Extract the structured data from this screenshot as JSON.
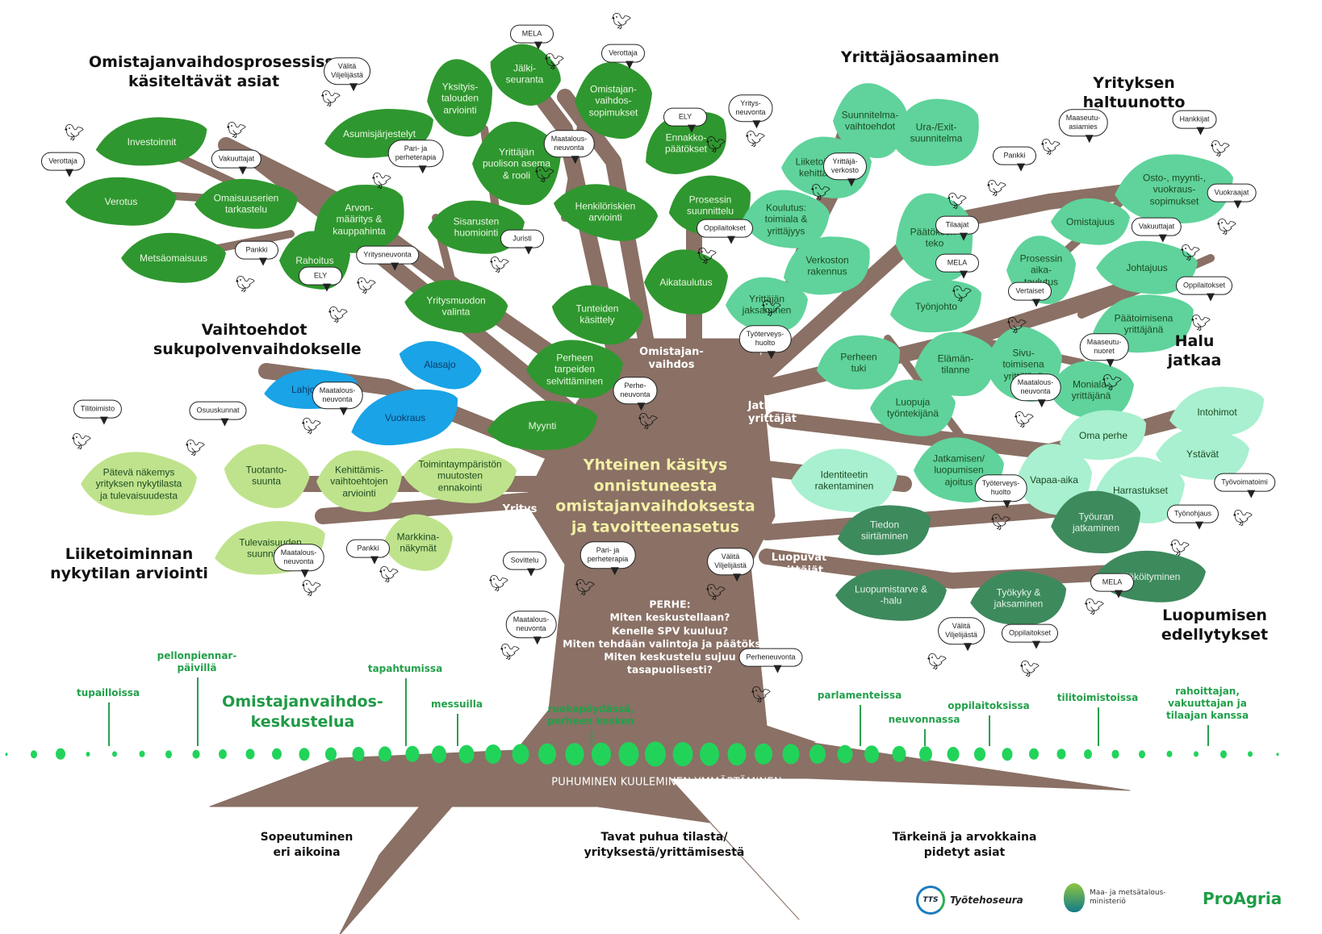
{
  "colors": {
    "trunk": "#8a7065",
    "leaf_dark": "#2f972f",
    "leaf_light_lime": "#bfe38c",
    "leaf_blue": "#1aa3e6",
    "leaf_mint": "#5fd39b",
    "leaf_pale_mint": "#a8f0cf",
    "leaf_deep_teal": "#3d8a5d",
    "ground_dots": "#22d35a",
    "center_text": "#f3f0a6"
  },
  "headings": {
    "process_topics": "Omistajanvaihdosprosessissa\nkäsiteltävät asiat",
    "alternatives": "Vaihtoehdot\nsukupolvenvaihdokselle",
    "business_state": "Liiketoiminnan\nnykytilan arviointi",
    "entrepreneur_skills": "Yrittäjäosaaminen",
    "takeover": "Yrityksen haltuunotto",
    "will_to_continue": "Halu\njatkaa",
    "retirement_conditions": "Luopumisen\nedellytykset"
  },
  "trunk_labels": {
    "ownership_change": "Omistajan-\nvaihdos",
    "continuing": "Jatkavat\nyrittäjät",
    "company": "Yritys",
    "retiring": "Luopuvat\nyrittäjät"
  },
  "center_title": "Yhteinen käsitys\nonnistuneesta\nomistajanvaihdoksesta\nja tavoitteenasetus",
  "family_questions": "PERHE:\nMiten keskustellaan?\nKenelle SPV kuuluu?\nMiten tehdään valintoja ja päätöksiä?\nMiten keskustelu sujuu\ntasapuolisesti?",
  "leaves": {
    "process": [
      "Investoinnit",
      "Verotus",
      "Omaisuuserien\ntarkastelu",
      "Metsäomaisuus",
      "Rahoitus",
      "Arvon-\nmääritys &\nkauppahinta",
      "Asumisjärjestelyt",
      "Yksityis-\ntalouden\narviointi",
      "Jälki-\nseuranta",
      "Omistajan-\nvaihdos-\nsopimukset",
      "Yrittäjän\npuolison asema\n& rooli",
      "Ennakko-\npäätökset",
      "Henkilöriskien\narviointi",
      "Sisarusten\nhuomiointi",
      "Prosessin\nsuunnittelu",
      "Yritysmuodon\nvalinta",
      "Tunteiden\nkäsittely",
      "Aikataulutus",
      "Perheen\ntarpeiden\nselvittäminen",
      "Myynti"
    ],
    "alternatives": [
      "Alasajo",
      "Lahjoitus",
      "Vuokraus"
    ],
    "business_state": [
      "Pätevä näkemys\nyrityksen nykytilasta\nja tulevaisuudesta",
      "Tuotanto-\nsuunta",
      "Kehittämis-\nvaihtoehtojen\narviointi",
      "Toimintaympäristön\nmuutosten\nennakointi",
      "Tulevaisuuden\nsuunnittelu",
      "Markkina-\nnäkymät"
    ],
    "skills": [
      "Suunnitelma-\nvaihtoehdot",
      "Ura-/Exit-\nsuunnitelma",
      "Liiketoiminnan\nkehittäminen",
      "Koulutus:\ntoimiala &\nyrittäjyys",
      "Päätöksen-\nteko",
      "Verkoston\nrakennus",
      "Yrittäjän\njaksaminen",
      "Työnjohto"
    ],
    "takeover": [
      "Omistajuus",
      "Osto-, myynti-,\nvuokraus-\nsopimukset",
      "Prosessin\naika-\ntaulutus",
      "Johtajuus"
    ],
    "continue": [
      "Perheen\ntuki",
      "Elämän-\ntilanne",
      "Sivu-\ntoimisena\nyrittäjänä",
      "Päätoimisena\nyrittäjänä",
      "Moniala-\nyrittäjänä",
      "Luopuja\ntyöntekijänä",
      "Identiteetin\nrakentaminen",
      "Jatkamisen/\nluopumisen\najoitus",
      "Vapaa-aika",
      "Oma perhe",
      "Intohimot",
      "Ystävät",
      "Harrastukset"
    ],
    "retire": [
      "Tiedon\nsiirtäminen",
      "Työuran\njatkaminen",
      "Eläköityminen",
      "Luopumistarve &\n-halu",
      "Työkyky &\njaksaminen"
    ]
  },
  "bubbles": [
    "Välitä\nViljelijästä",
    "Verottaja",
    "Vakuuttajat",
    "MELA",
    "Verottaja",
    "ELY",
    "Pari- ja\nperheterapia",
    "Maatalous-\nneuvonta",
    "Pankki",
    "ELY",
    "Yritysneuvonta",
    "Juristi",
    "Oppilaitokset",
    "Yritys-\nneuvonta",
    "Yrittäjä-\nverkosto",
    "Maaseutu-\nasiamies",
    "Hankkijat",
    "Pankki",
    "Vuokraajat",
    "Tilaajat",
    "Vakuuttajat",
    "MELA",
    "Vertaiset",
    "Oppilaitokset",
    "Maaseutu-\nnuoret",
    "Työterveys-\nhuolto",
    "Maatalous-\nneuvonta",
    "Tilitoimisto",
    "Osuuskunnat",
    "Maatalous-\nneuvonta",
    "Perhe-\nneuvonta",
    "Maatalous-\nneuvonta",
    "Pankki",
    "Sovittelu",
    "Pari- ja\nperheterapia",
    "Välitä\nViljelijästä",
    "Maatalous-\nneuvonta",
    "Perheneuvonta",
    "Työterveys-\nhuolto",
    "Työvoimatoimi",
    "Työnohjaus",
    "Välitä\nViljelijästä",
    "Oppilaitokset",
    "MELA"
  ],
  "ground": {
    "title": "Omistajanvaihdos-\nkeskustelua",
    "places": [
      "tupailloissa",
      "pellonpiennar-\npäivillä",
      "tapahtumissa",
      "messuilla",
      "ruokapöydässä,\nperheen kesken",
      "parlamenteissa",
      "neuvonnassa",
      "oppilaitoksissa",
      "tilitoimistoissa",
      "rahoittajan,\nvakuuttajan ja\ntilaajan kanssa"
    ]
  },
  "roots": {
    "banner": "PUHUMINEN KUULEMINEN YMMÄRTÄMINEN",
    "left": "Sopeutuminen\neri aikoina",
    "middle": "Tavat puhua tilasta/\nyrityksestä/yrittämisestä",
    "right": "Tärkeinä ja arvokkaina\npidetyt asiat"
  },
  "logos": {
    "tts_mark": "TTS",
    "tts_name": "Työtehoseura",
    "mmm_name": "Maa- ja metsätalous-\nministeriö",
    "proagria": "ProAgria"
  },
  "icons": {
    "bird": "bird-icon",
    "speech": "speech-bubble-icon"
  }
}
